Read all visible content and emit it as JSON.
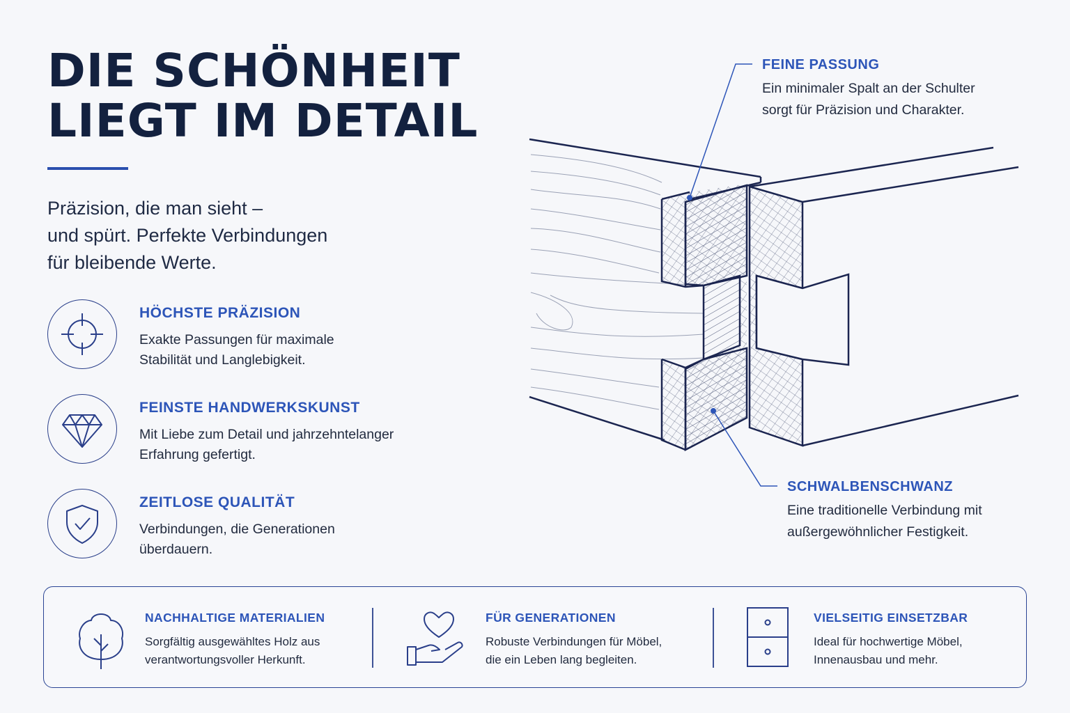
{
  "headline": {
    "line1": "DIE SCHÖNHEIT",
    "line2": "LIEGT IM DETAIL"
  },
  "intro": {
    "line1": "Präzision, die man sieht –",
    "line2": "und spürt. Perfekte Verbindungen",
    "line3": "für bleibende Werte."
  },
  "features": [
    {
      "icon": "crosshair-icon",
      "title": "HÖCHSTE PRÄZISION",
      "desc1": "Exakte Passungen für maximale",
      "desc2": "Stabilität und Langlebigkeit."
    },
    {
      "icon": "diamond-icon",
      "title": "FEINSTE HANDWERKSKUNST",
      "desc1": "Mit Liebe zum Detail und jahrzehntelanger",
      "desc2": "Erfahrung gefertigt."
    },
    {
      "icon": "shield-check-icon",
      "title": "ZEITLOSE QUALITÄT",
      "desc1": "Verbindungen, die Generationen",
      "desc2": "überdauern."
    }
  ],
  "callouts": {
    "top": {
      "title": "FEINE PASSUNG",
      "desc1": "Ein minimaler Spalt an der Schulter",
      "desc2": "sorgt für Präzision und Charakter."
    },
    "bottom": {
      "title": "SCHWALBENSCHWANZ",
      "desc1": "Eine traditionelle Verbindung mit",
      "desc2": "außergewöhnlicher Festigkeit."
    }
  },
  "benefits": [
    {
      "icon": "tree-icon",
      "title": "NACHHALTIGE MATERIALIEN",
      "desc1": "Sorgfältig ausgewähltes Holz aus",
      "desc2": "verantwortungsvoller Herkunft."
    },
    {
      "icon": "hand-heart-icon",
      "title": "FÜR GENERATIONEN",
      "desc1": "Robuste Verbindungen für Möbel,",
      "desc2": "die ein Leben lang begleiten."
    },
    {
      "icon": "cabinet-icon",
      "title": "VIELSEITIG EINSETZBAR",
      "desc1": "Ideal für hochwertige Möbel,",
      "desc2": "Innenausbau und mehr."
    }
  ],
  "colors": {
    "navy": "#13213f",
    "accent": "#2d55b8",
    "line": "#1b2550",
    "background": "#f6f7fa"
  }
}
